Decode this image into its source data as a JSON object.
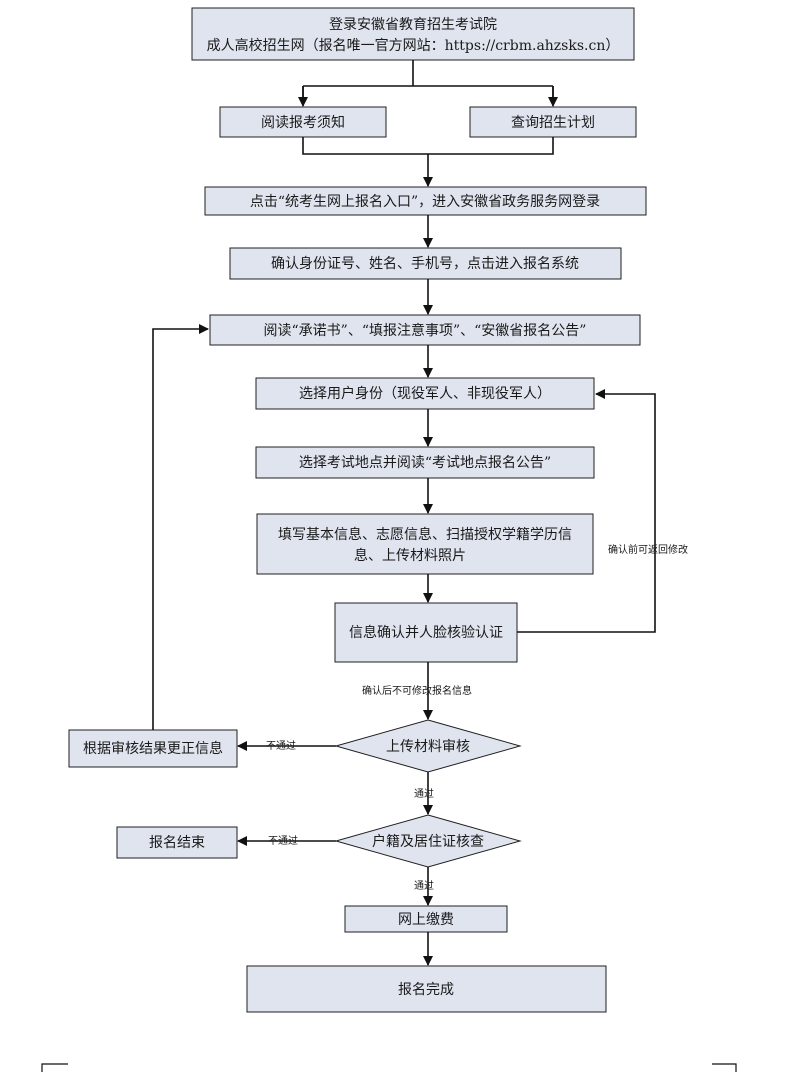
{
  "nodes": {
    "login_line1": "登录安徽省教育招生考试院",
    "login_line2": "成人高校招生网（报名唯一官方网站：https://crbm.ahzsks.cn）",
    "read_notice": "阅读报考须知",
    "query_plan": "查询招生计划",
    "click_entry": "点击“统考生网上报名入口”，进入安徽省政务服务网登录",
    "confirm_id": "确认身份证号、姓名、手机号，点击进入报名系统",
    "read_docs": "阅读“承诺书”、“填报注意事项”、“安徽省报名公告”",
    "select_identity": "选择用户身份（现役军人、非现役军人）",
    "select_location": "选择考试地点并阅读“考试地点报名公告”",
    "fill_info_line1": "填写基本信息、志愿信息、扫描授权学籍学历信",
    "fill_info_line2": "息、上传材料照片",
    "confirm_face": "信息确认并人脸核验认证",
    "material_review": "上传材料审核",
    "correct_info": "根据审核结果更正信息",
    "household_check": "户籍及居住证核查",
    "end_registration": "报名结束",
    "online_payment": "网上缴费",
    "complete": "报名完成"
  },
  "edge_labels": {
    "return_modify": "确认前可返回修改",
    "no_modify_after": "确认后不可修改报名信息",
    "fail_1": "不通过",
    "pass_1": "通过",
    "fail_2": "不通过",
    "pass_2": "通过"
  },
  "colors": {
    "box_fill": "#dfe4ef",
    "stroke": "#1f1f1f"
  }
}
